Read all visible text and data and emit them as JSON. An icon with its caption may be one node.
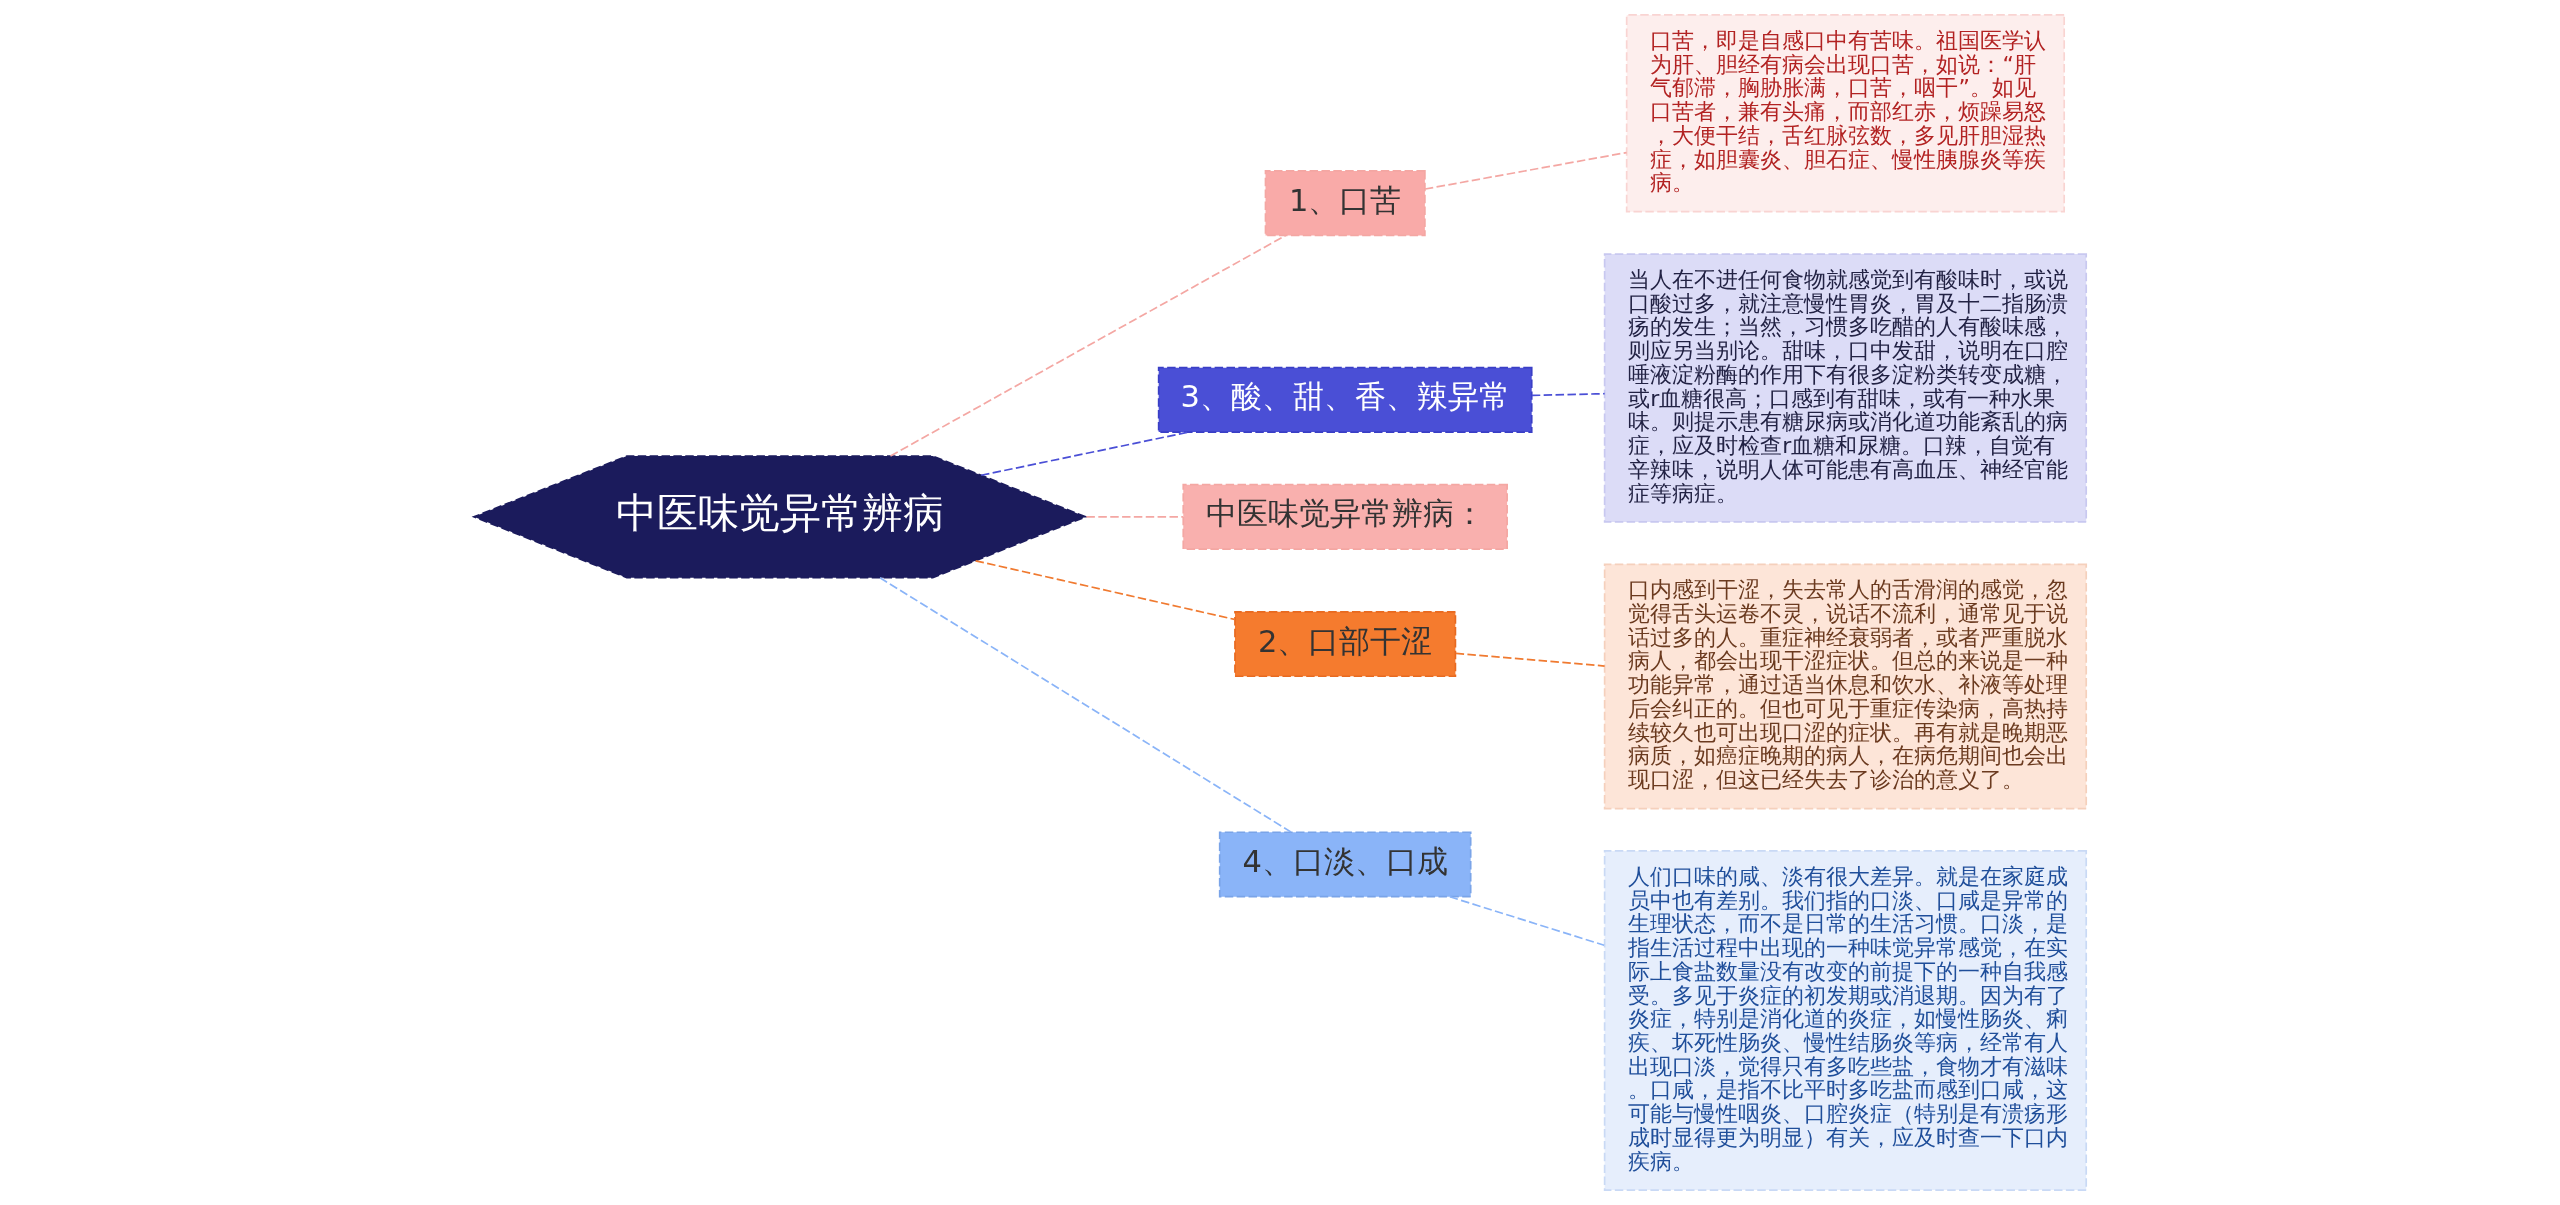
{
  "diagram": {
    "nodes": [
      {
        "text": [
          "中医味觉异常辨病"
        ]
      },
      {
        "text": [
          "1、口苦"
        ]
      },
      {
        "text": [
          "口苦，即是自感口中有苦味。祖国医学认为肝、胆经有病会出现口苦，如说：“肝气郁滞，胸胁胀满，口苦，咽干”。如见口苦者，兼有头痛，而部红赤，烦躁易怒，大便干结，舌红脉弦数，多见肝胆湿热症，如胆囊炎、胆石症、慢性胰腺炎等疾病。"
        ]
      },
      {
        "text": [
          "3、酸、甜、香、辣异常"
        ]
      },
      {
        "text": [
          "当人在不进任何食物就感觉到有酸味时，或说口酸过多，就注意慢性胃炎，胃及十二指肠溃疡的发生；当然，习惯多吃醋的人有酸味感，则应另当别论。甜味，口中发甜，说明在口腔唾液淀粉酶的作用下有很多淀粉类转变成糖，或r血糖很高；口感到有甜味，或有一种水果味。则提示患有糖尿病或消化道功能紊乱的病症，应及时检查r血糖和尿糖。口辣，自觉有辛辣味，说明人体可能患有高血压、神经官能症等病症。"
        ]
      },
      {
        "text": [
          "中医味觉异常辨病："
        ]
      },
      {
        "text": [
          "2、口部干涩"
        ]
      },
      {
        "text": [
          "口内感到干涩，失去常人的舌滑润的感觉，忽觉得舌头运卷不灵，说话不流利，通常见于说话过多的人。重症神经衰弱者，或者严重脱水病人，都会出现干涩症状。但总的来说是一种功能异常，通过适当休息和饮水、补液等处理后会纠正的。但也可见于重症传染病，高热持续较久也可出现口涩的症状。再有就是晚期恶病质，如癌症晚期的病人，在病危期间也会出现口涩，但这已经失去了诊治的意义了。"
        ]
      },
      {
        "text": [
          "4、口淡、口成"
        ]
      },
      {
        "text": [
          "人们口味的咸、淡有很大差异。就是在家庭成员中也有差别。我们指的口淡、口咸是异常的生理状态，而不是日常的生活习惯。口淡，是指生活过程中出现的一种味觉异常感觉，在实际上食盐数量没有改变的前提下的一种自我感受。多见于炎症的初发期或消退期。因为有了炎症，特别是消化道的炎症，如慢性肠炎、痢疾、坏死性肠炎、慢性结肠炎等病，经常有人出现口淡，觉得只有多吃些盐，食物才有滋味。口咸，是指不比平时多吃盐而感到口咸，这可能与慢性咽炎、口腔炎症（特别是有溃疡形成时显得更为明显）有关，应及时查一下口内疾病。"
        ]
      }
    ],
    "edges": [
      {
        "from": 0,
        "to": 1,
        "arrow": "none",
        "style": "dashed",
        "color": "#f4a7a3"
      },
      {
        "from": 1,
        "to": 2,
        "arrow": "none",
        "style": "dashed",
        "color": "#f4a7a3"
      },
      {
        "from": 0,
        "to": 3,
        "arrow": "none",
        "style": "dashed",
        "color": "#4a4fd6"
      },
      {
        "from": 3,
        "to": 4,
        "arrow": "none",
        "style": "dashed",
        "color": "#4a4fd6"
      },
      {
        "from": 0,
        "to": 5,
        "arrow": "none",
        "style": "dashed",
        "color": "#f4a7a3"
      },
      {
        "from": 0,
        "to": 6,
        "arrow": "none",
        "style": "dashed",
        "color": "#f07a30"
      },
      {
        "from": 6,
        "to": 7,
        "arrow": "none",
        "style": "dashed",
        "color": "#f07a30"
      },
      {
        "from": 0,
        "to": 8,
        "arrow": "none",
        "style": "dashed",
        "color": "#8ab4f8"
      },
      {
        "from": 8,
        "to": 9,
        "arrow": "none",
        "style": "dashed",
        "color": "#8ab4f8"
      }
    ]
  }
}
